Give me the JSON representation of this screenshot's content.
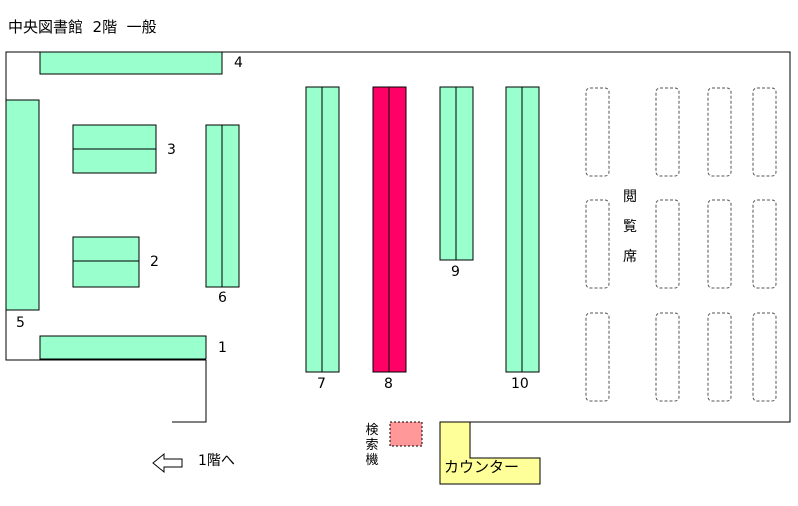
{
  "title": "中央図書館  2階  一般",
  "shelves": [
    {
      "number": "1"
    },
    {
      "number": "2"
    },
    {
      "number": "3"
    },
    {
      "number": "4"
    },
    {
      "number": "5"
    },
    {
      "number": "6"
    },
    {
      "number": "7"
    },
    {
      "number": "8"
    },
    {
      "number": "9"
    },
    {
      "number": "10"
    }
  ],
  "search_terminal": {
    "label": [
      "検",
      "索",
      "機"
    ]
  },
  "counter": {
    "label": "カウンター"
  },
  "reading_area": {
    "label": [
      "閲",
      "覧",
      "席"
    ]
  },
  "stairs": {
    "label": "1階へ",
    "icon": "left-arrow-icon"
  },
  "colors": {
    "shelf": "#99ffcc",
    "highlighted_shelf": "#ff0066",
    "counter": "#ffff99",
    "search_terminal": "#ff9999",
    "outline": "#000000"
  }
}
